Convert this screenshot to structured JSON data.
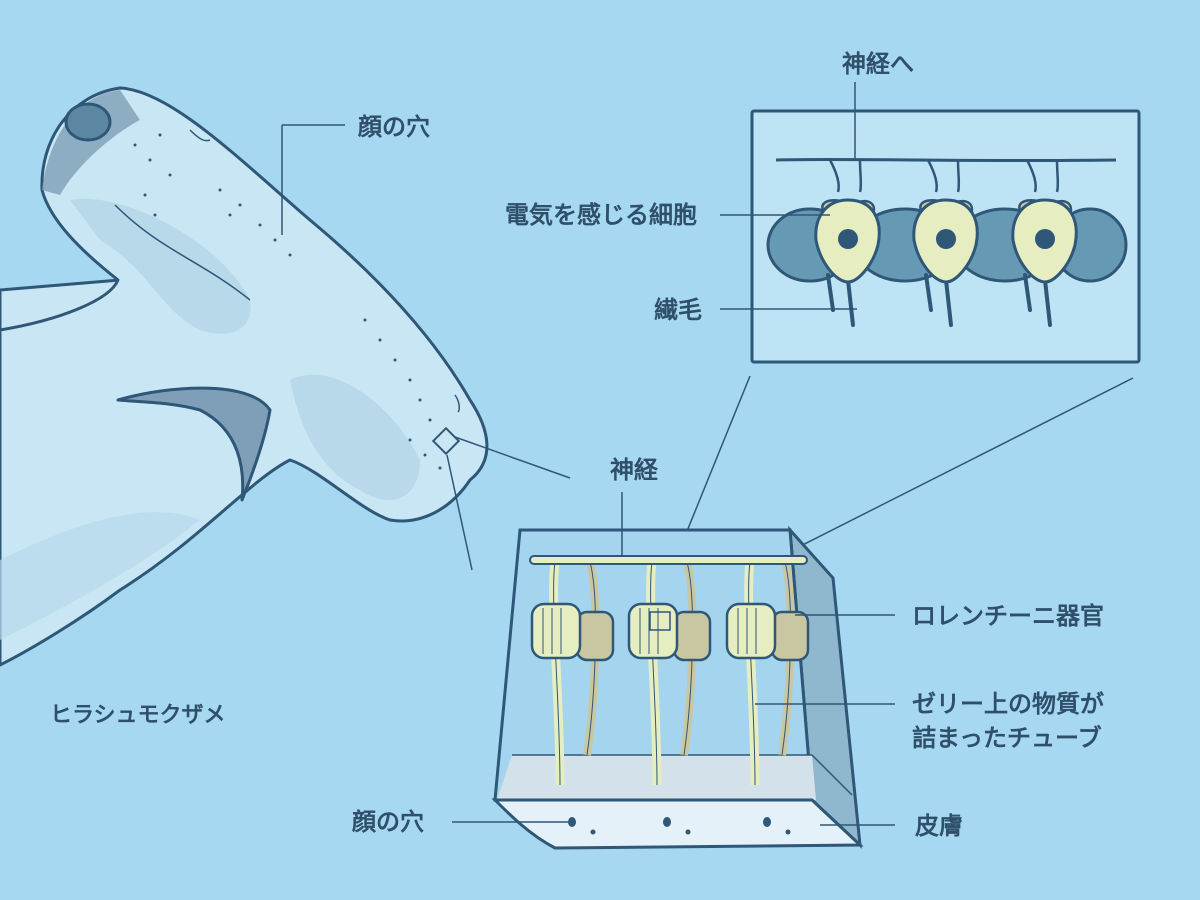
{
  "labels": {
    "face_hole_top": "顔の穴",
    "to_nerve": "神経へ",
    "electro_cell": "電気を感じる細胞",
    "cilia": "繊毛",
    "nerve": "神経",
    "lorenzini": "ロレンチーニ器官",
    "jelly_tube_line1": "ゼリー上の物質が",
    "jelly_tube_line2": "詰まったチューブ",
    "skin": "皮膚",
    "face_hole_bottom": "顔の穴",
    "shark_name": "ヒラシュモクザメ"
  },
  "colors": {
    "background": "#a6d9f1",
    "outline": "#2f5777",
    "cell_yellow": "#e6edc0",
    "cell_blue": "#6699b3",
    "shark_body": "#c9e6f4"
  }
}
